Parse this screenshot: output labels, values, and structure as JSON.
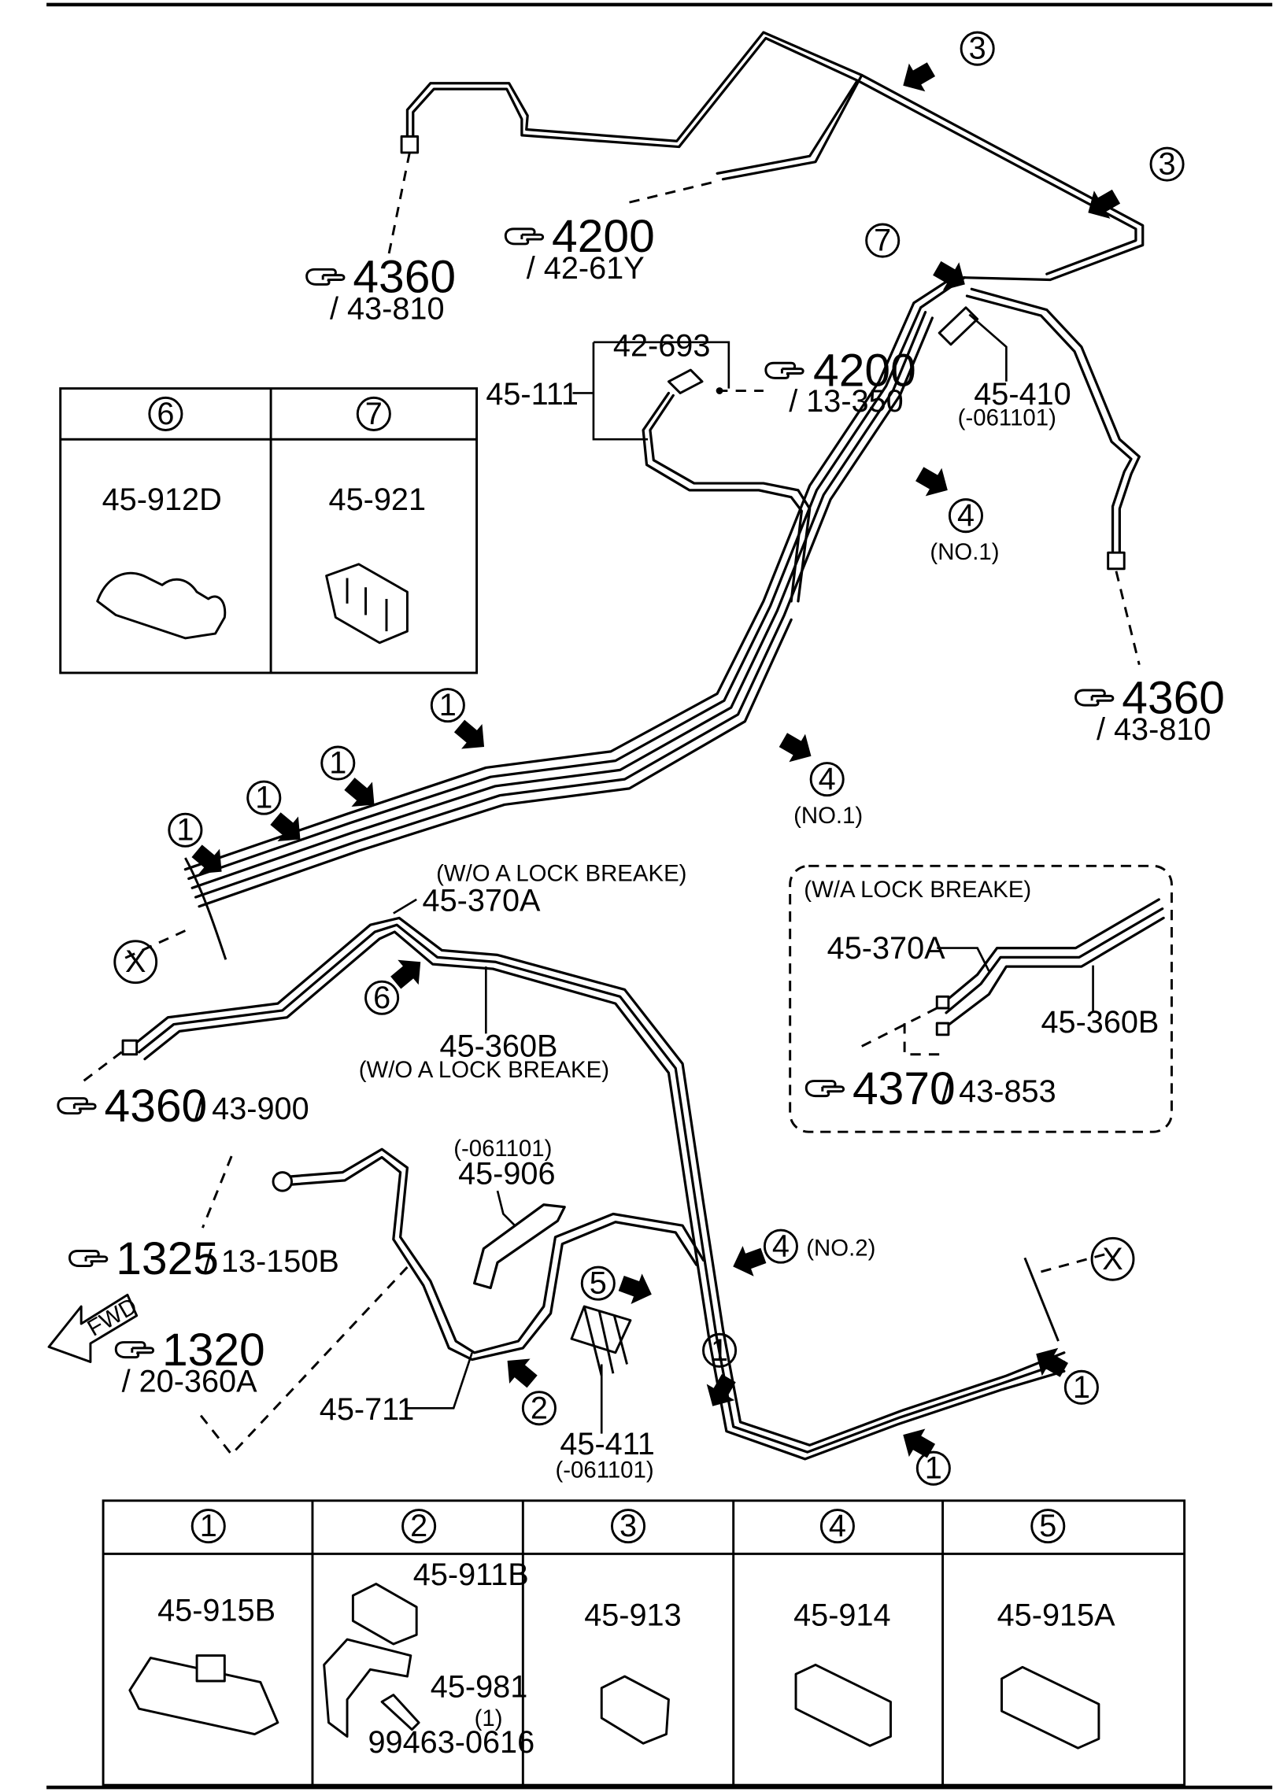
{
  "refs": {
    "r4360_top": {
      "main": "4360",
      "sub": "/ 43-810"
    },
    "r4200_top": {
      "main": "4200",
      "sub": "/ 42-61Y"
    },
    "r4200_mid": {
      "main": "4200",
      "sub": "/ 13-350"
    },
    "r4360_right": {
      "main": "4360",
      "sub": "/ 43-810"
    },
    "r4360_left": {
      "main": "4360",
      "sub": "/ 43-900"
    },
    "r4370": {
      "main": "4370",
      "sub": "/ 43-853"
    },
    "r1325": {
      "main": "1325",
      "sub": "/ 13-150B"
    },
    "r1320": {
      "main": "1320",
      "sub": "/ 20-360A"
    }
  },
  "parts": {
    "p42_693": "42-693",
    "p45_111": "45-111",
    "p45_410": "45-410",
    "p45_410_note": "(-061101)",
    "p45_370A": "45-370A",
    "p45_370A_note": "(W/O A LOCK BREAKE)",
    "p45_360B": "45-360B",
    "p45_360B_note": "(W/O A LOCK BREAKE)",
    "p45_906": "45-906",
    "p45_906_note": "(-061101)",
    "p45_711": "45-711",
    "p45_411": "45-411",
    "p45_411_note": "(-061101)"
  },
  "callouts": {
    "n1": "1",
    "n2": "2",
    "n3": "3",
    "n4": "4",
    "n5": "5",
    "n6": "6",
    "n7": "7",
    "no1": "(NO.1)",
    "no2": "(NO.2)",
    "x": "X",
    "fwd": "FWD"
  },
  "inset_wa": {
    "title": "(W/A LOCK BREAKE)",
    "p370A": "45-370A",
    "p360B": "45-360B"
  },
  "top_table": {
    "col6_head": "6",
    "col6_part": "45-912D",
    "col7_head": "7",
    "col7_part": "45-921"
  },
  "bottom_table": {
    "c1_head": "1",
    "c1_part": "45-915B",
    "c2_head": "2",
    "c2_part_a": "45-911B",
    "c2_part_b": "45-981",
    "c2_qty": "(1)",
    "c2_bolt": "99463-0616",
    "c3_head": "3",
    "c3_part": "45-913",
    "c4_head": "4",
    "c4_part": "45-914",
    "c5_head": "5",
    "c5_part": "45-915A"
  }
}
